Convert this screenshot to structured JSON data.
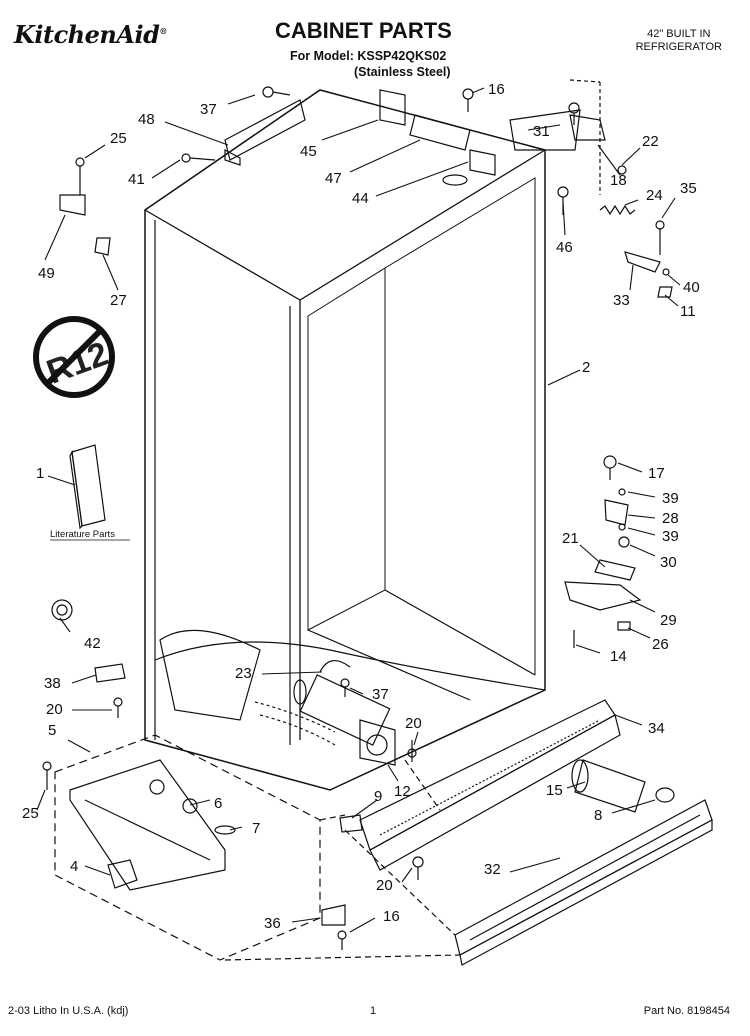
{
  "header": {
    "brand": "KitchenAid",
    "title": "CABINET PARTS",
    "model_line": "For Model: KSSP42QKS02",
    "model_variant": "(Stainless Steel)",
    "product_line1": "42\" BUILT IN",
    "product_line2": "REFRIGERATOR"
  },
  "badges": {
    "r12": "R12",
    "literature_label": "Literature Parts"
  },
  "footer": {
    "left": "2-03 Litho In U.S.A. (kdj)",
    "center": "1",
    "right": "Part No. 8198454"
  },
  "callouts": [
    "37",
    "48",
    "45",
    "16",
    "31",
    "22",
    "25",
    "41",
    "47",
    "44",
    "18",
    "24",
    "35",
    "46",
    "49",
    "27",
    "33",
    "40",
    "11",
    "2",
    "1",
    "17",
    "39",
    "28",
    "39",
    "30",
    "21",
    "29",
    "42",
    "26",
    "14",
    "23",
    "37",
    "38",
    "20",
    "34",
    "20",
    "5",
    "12",
    "15",
    "6",
    "8",
    "25",
    "9",
    "7",
    "4",
    "20",
    "32",
    "36",
    "16"
  ]
}
